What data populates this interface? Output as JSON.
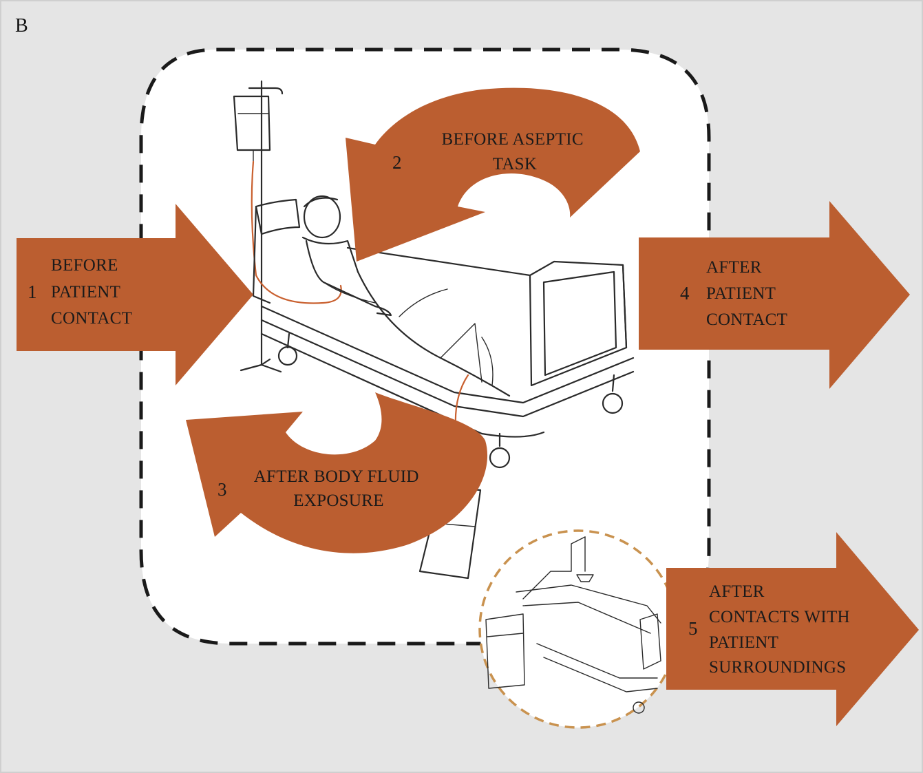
{
  "panel_label": "B",
  "moments": [
    {
      "number": "1",
      "lines": [
        "BEFORE",
        "PATIENT",
        "CONTACT"
      ]
    },
    {
      "number": "2",
      "lines": [
        "BEFORE ASEPTIC",
        "TASK"
      ]
    },
    {
      "number": "3",
      "lines": [
        "AFTER BODY FLUID",
        "EXPOSURE"
      ]
    },
    {
      "number": "4",
      "lines": [
        "AFTER",
        "PATIENT",
        "CONTACT"
      ]
    },
    {
      "number": "5",
      "lines": [
        "AFTER",
        "CONTACTS WITH",
        "PATIENT",
        "SURROUNDINGS"
      ]
    }
  ],
  "colors": {
    "background": "#e5e5e5",
    "zone": "#ffffff",
    "arrow": "#bb5e30",
    "zone_border": "#1a1a1a",
    "surroundings_border": "#c9924f",
    "ink": "#2a2a2a",
    "tube": "#c9602f"
  }
}
